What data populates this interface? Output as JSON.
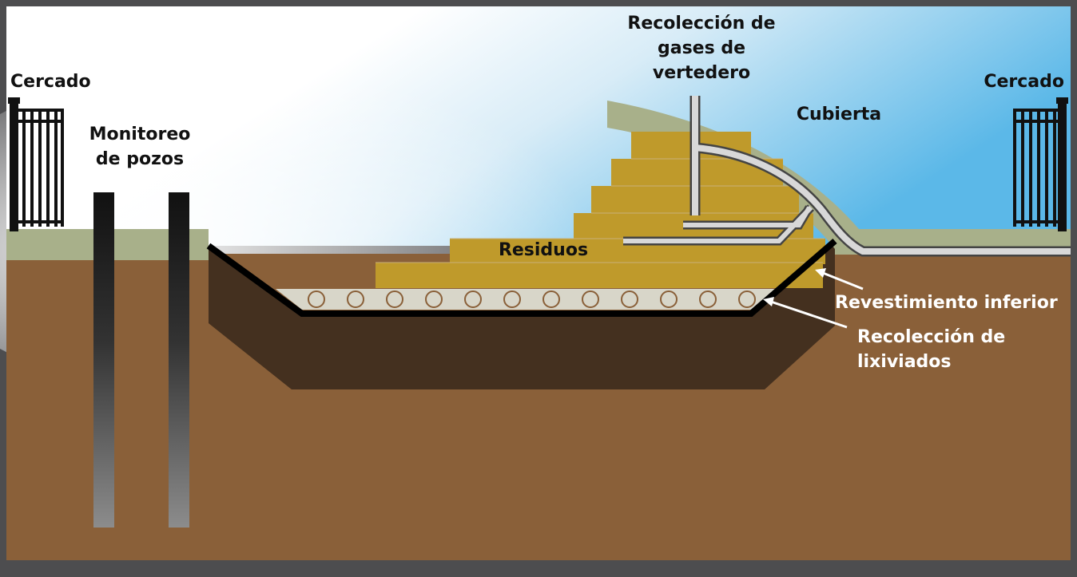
{
  "labels": {
    "fence_left": "Cercado",
    "fence_right": "Cercado",
    "monitoring_wells_line1": "Monitoreo",
    "monitoring_wells_line2": "de pozos",
    "gas_collection_line1": "Recolección de",
    "gas_collection_line2": "gases de",
    "gas_collection_line3": "vertedero",
    "cover": "Cubierta",
    "waste": "Residuos",
    "bottom_liner": "Revestimiento inferior",
    "leachate_line1": "Recolección de",
    "leachate_line2": "lixiviados"
  },
  "colors": {
    "frame": "#4d4d4f",
    "sky_top": "#5bb8e8",
    "sky_light": "#ffffff",
    "soil": "#8a6039",
    "excavation": "#44301f",
    "grass": "#a8b08a",
    "waste": "#bf9a2b",
    "liner": "#000000",
    "leachate_layer": "#d8d6c9",
    "pipe": "#d8d8d8"
  },
  "leachate_pipe_count": 12
}
